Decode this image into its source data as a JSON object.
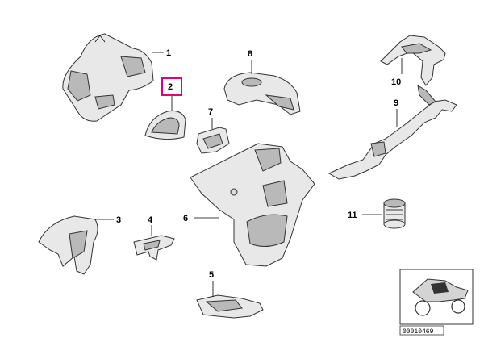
{
  "callouts": [
    "1",
    "2",
    "3",
    "4",
    "5",
    "6",
    "7",
    "8",
    "9",
    "10",
    "11"
  ],
  "highlighted_callout": "2",
  "highlight_color": "#e0007a",
  "reference_code": "00010469"
}
